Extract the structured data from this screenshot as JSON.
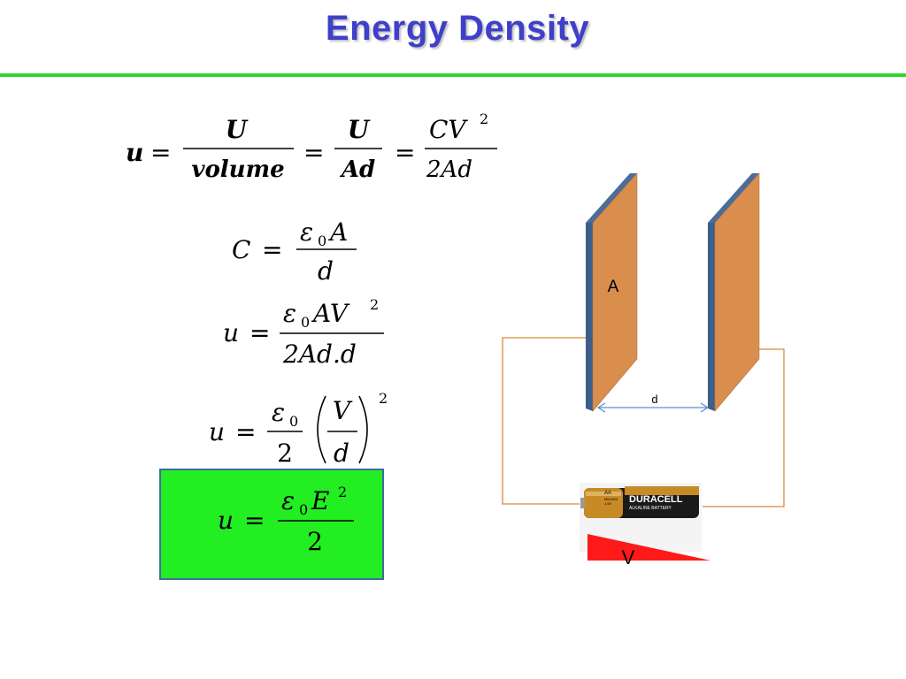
{
  "slide": {
    "title": "Energy Density"
  },
  "equations": {
    "eq1": {
      "lhs": "u",
      "eq": "=",
      "n1": "U",
      "d1": "volume",
      "n2": "U",
      "d2": "Ad",
      "n3": "CV",
      "n3sup": "2",
      "d3": "2Ad"
    },
    "eq2": {
      "lhs": "C",
      "eq": "=",
      "num_eps": "ε",
      "num_sub": "0",
      "num": "A",
      "den": "d"
    },
    "eq3": {
      "lhs": "u",
      "eq": "=",
      "num_eps": "ε",
      "num_sub": "0",
      "num": "AV",
      "num_sup": "2",
      "den": "2Ad.d"
    },
    "eq4": {
      "lhs": "u",
      "eq": "=",
      "eps": "ε",
      "eps_sub": "0",
      "two": "2",
      "V": "V",
      "d": "d",
      "power": "2"
    },
    "eq5": {
      "lhs": "u",
      "eq": "=",
      "num_eps": "ε",
      "num_sub": "0",
      "num": "E",
      "num_sup": "2",
      "den": "2"
    }
  },
  "diagram": {
    "plate_label": "A",
    "gap_label": "d",
    "voltage_label": "V",
    "battery": {
      "size": "AA",
      "brand": "DURACELL",
      "type": "ALKALINE BATTERY",
      "model": "MN1500",
      "voltage": "1.5V"
    }
  },
  "colors": {
    "title": "#3f3fc9",
    "rule": "#2ed62e",
    "highlight_box": "#22ee22",
    "plate_face": "#d98e4e",
    "plate_edge": "#3d5f8c",
    "wire": "#d98a3a",
    "arrow": "#5b8fd0",
    "voltage_wedge": "#ff1a1a"
  }
}
